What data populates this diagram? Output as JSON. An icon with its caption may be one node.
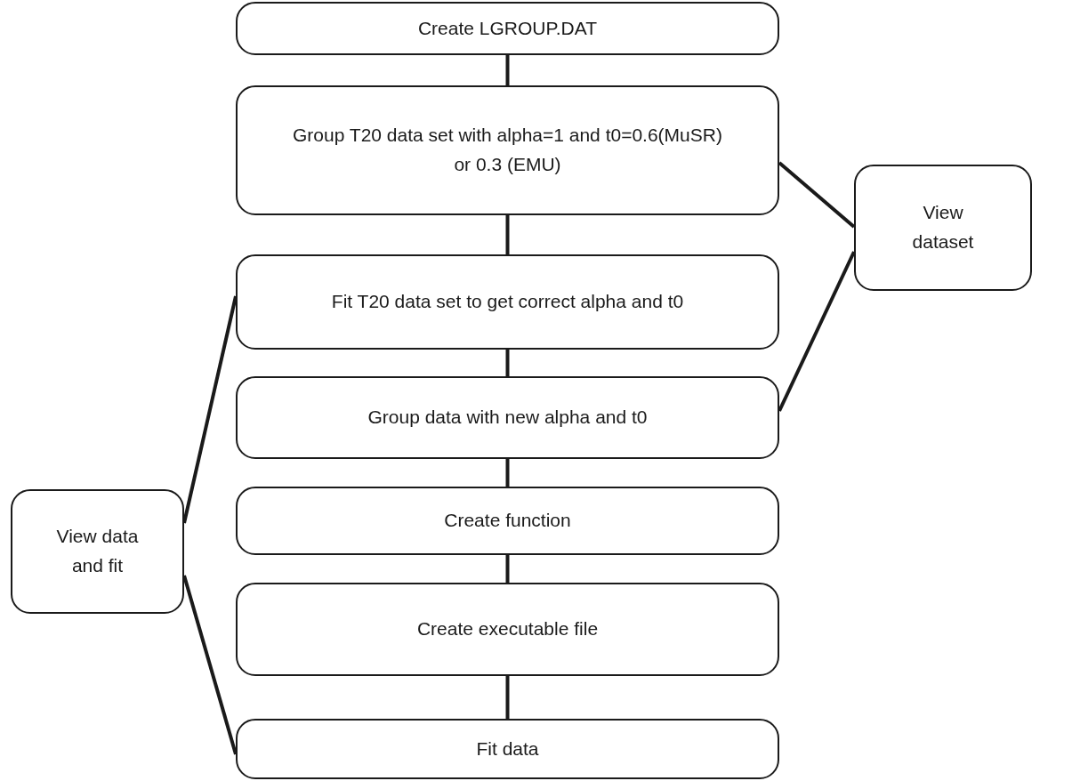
{
  "diagram": {
    "nodes": [
      {
        "text": [
          "Create LGROUP.DAT"
        ]
      },
      {
        "text": [
          "Group T20 data set with alpha=1 and t0=0.6(MuSR) or 0.3 (EMU)"
        ]
      },
      {
        "text": [
          "View dataset"
        ]
      },
      {
        "text": [
          "Fit T20 data set to get correct alpha and t0"
        ]
      },
      {
        "text": [
          "Group data with new alpha and t0"
        ]
      },
      {
        "text": [
          "View data and fit"
        ]
      },
      {
        "text": [
          "Create function"
        ]
      },
      {
        "text": [
          "Create executable file"
        ]
      },
      {
        "text": [
          "Fit data"
        ]
      }
    ],
    "edges": [
      {
        "from": 0,
        "to": 1,
        "arrow": "none"
      },
      {
        "from": 1,
        "to": 3,
        "arrow": "none"
      },
      {
        "from": 3,
        "to": 4,
        "arrow": "none"
      },
      {
        "from": 4,
        "to": 6,
        "arrow": "none"
      },
      {
        "from": 6,
        "to": 7,
        "arrow": "none"
      },
      {
        "from": 7,
        "to": 8,
        "arrow": "none"
      },
      {
        "from": 1,
        "to": 2,
        "arrow": "none"
      },
      {
        "from": 4,
        "to": 2,
        "arrow": "none"
      },
      {
        "from": 5,
        "to": 3,
        "arrow": "none"
      },
      {
        "from": 5,
        "to": 8,
        "arrow": "none"
      }
    ]
  }
}
